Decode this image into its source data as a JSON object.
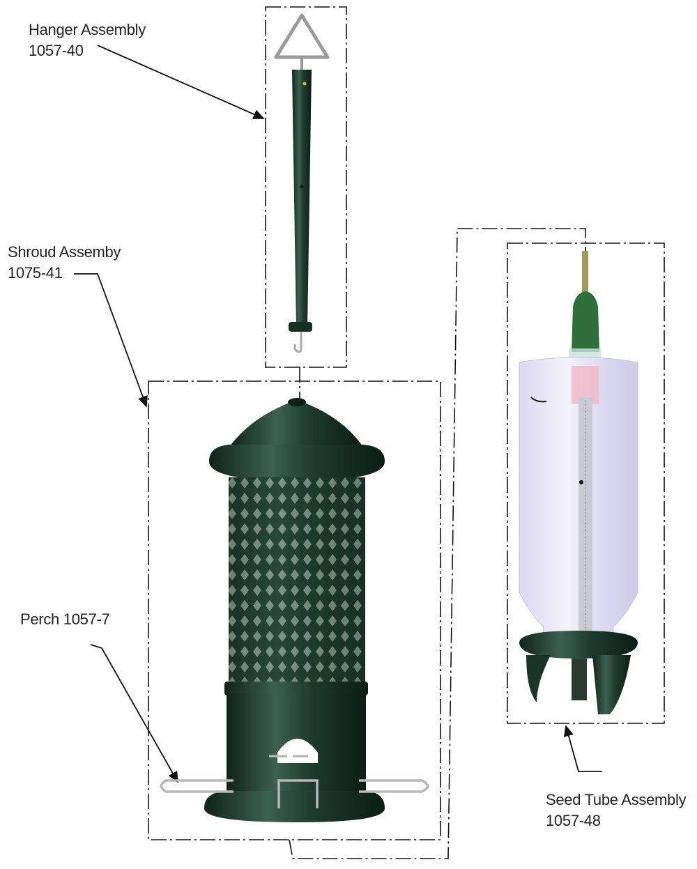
{
  "labels": {
    "hanger": {
      "name": "Hanger Assembly",
      "part": "1057-40"
    },
    "shroud": {
      "name": "Shroud Assemby",
      "part": "1075-41"
    },
    "perch": {
      "name": "Perch 1057-7"
    },
    "seed_tube": {
      "name": "Seed Tube Assembly",
      "part": "1057-48"
    }
  },
  "colors": {
    "green": "#1c3a2b",
    "line": "#111111",
    "tube": "#e4e2f4"
  }
}
